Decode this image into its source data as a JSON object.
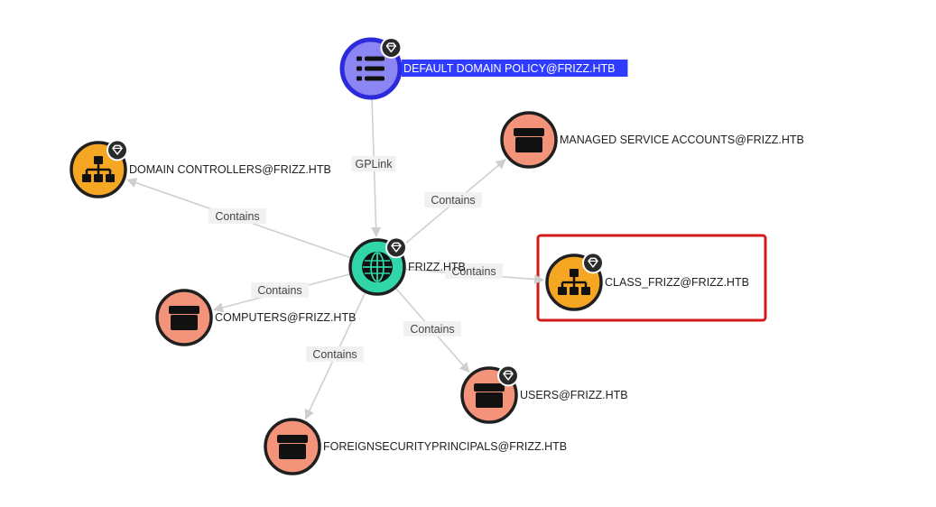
{
  "colors": {
    "gpo": "#8b86f2",
    "ou": "#f5a623",
    "container": "#f2937a",
    "domain": "#30d6a8",
    "icon": "#111111",
    "highlight": "#d11a1a",
    "selection": "#2f3cff"
  },
  "nodes": [
    {
      "id": "gpo",
      "type": "gpo",
      "icon": "list-icon",
      "label": "DEFAULT DOMAIN POLICY@FRIZZ.HTB",
      "selected": true,
      "badge": true
    },
    {
      "id": "dc",
      "type": "ou",
      "icon": "org-chart-icon",
      "label": "DOMAIN CONTROLLERS@FRIZZ.HTB",
      "badge": true
    },
    {
      "id": "msa",
      "type": "container",
      "icon": "container-box-icon",
      "label": "MANAGED SERVICE ACCOUNTS@FRIZZ.HTB",
      "badge": false
    },
    {
      "id": "domain",
      "type": "domain",
      "icon": "globe-icon",
      "label": "FRIZZ.HTB",
      "badge": true
    },
    {
      "id": "class",
      "type": "ou",
      "icon": "org-chart-icon",
      "label": "CLASS_FRIZZ@FRIZZ.HTB",
      "badge": true,
      "highlighted": true
    },
    {
      "id": "computers",
      "type": "container",
      "icon": "container-box-icon",
      "label": "COMPUTERS@FRIZZ.HTB",
      "badge": false
    },
    {
      "id": "users",
      "type": "container",
      "icon": "container-box-icon",
      "label": "USERS@FRIZZ.HTB",
      "badge": true
    },
    {
      "id": "fsp",
      "type": "container",
      "icon": "container-box-icon",
      "label": "FOREIGNSECURITYPRINCIPALS@FRIZZ.HTB",
      "badge": false
    }
  ],
  "edges": [
    {
      "from": "gpo",
      "to": "domain",
      "label": "GPLink"
    },
    {
      "from": "domain",
      "to": "dc",
      "label": "Contains"
    },
    {
      "from": "domain",
      "to": "msa",
      "label": "Contains"
    },
    {
      "from": "domain",
      "to": "class",
      "label": "Contains"
    },
    {
      "from": "domain",
      "to": "computers",
      "label": "Contains"
    },
    {
      "from": "domain",
      "to": "users",
      "label": "Contains"
    },
    {
      "from": "domain",
      "to": "fsp",
      "label": "Contains"
    }
  ]
}
